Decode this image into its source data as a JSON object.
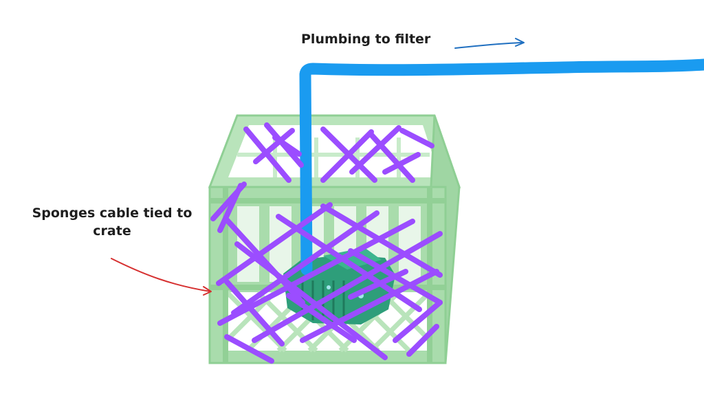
{
  "labels": {
    "plumbing": "Plumbing to filter",
    "sponges": "Sponges cable tied to crate"
  },
  "colors": {
    "background": "#ffffff",
    "crate": "#a9dcac",
    "crate_dark": "#8fcf94",
    "crate_grid": "#c8ebca",
    "sponge": "#9b4dff",
    "pipe": "#1a9bf0",
    "pump": "#2e9e7a",
    "arrow_blue": "#1f6fc0",
    "arrow_red": "#d63030",
    "text": "#1e1e1e"
  },
  "icons": {
    "crate": "milk-crate",
    "pump": "water-pump",
    "pipe": "plumbing-pipe",
    "sponge": "sponge-strip"
  }
}
